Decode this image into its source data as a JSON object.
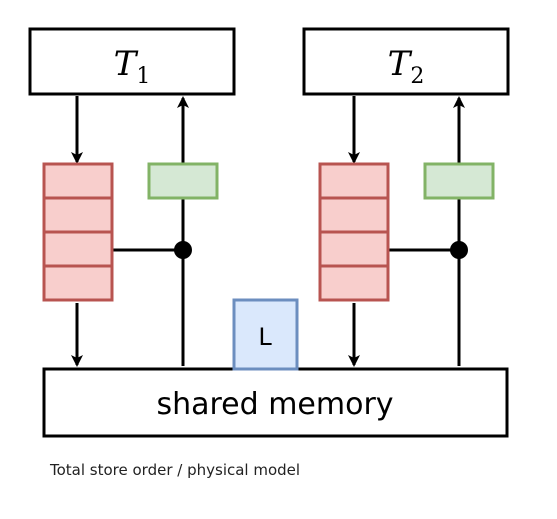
{
  "threads": [
    {
      "name": "T",
      "sub": "1"
    },
    {
      "name": "T",
      "sub": "2"
    }
  ],
  "memory_label": "shared memory",
  "lock_label": "L",
  "caption": "Total store order / physical model",
  "colors": {
    "stroke": "#000000",
    "store_buffer_fill": "#f8cecc",
    "store_buffer_stroke": "#b85450",
    "load_fill": "#d5e8d4",
    "load_stroke": "#82b366",
    "lock_fill": "#dae8fc",
    "lock_stroke": "#6c8ebf"
  }
}
